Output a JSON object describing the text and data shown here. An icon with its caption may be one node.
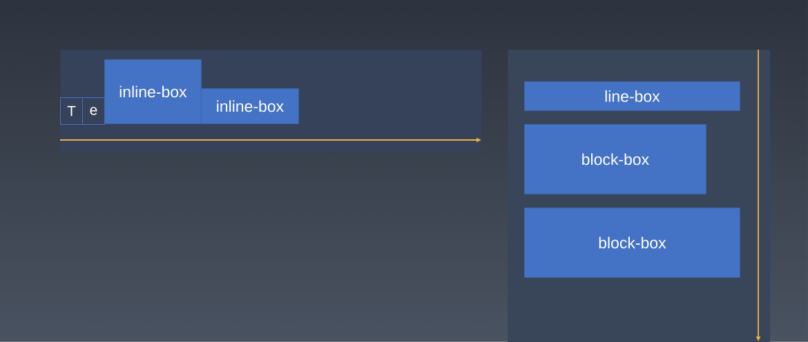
{
  "diagram": {
    "nodes": [
      {
        "text": [],
        "shape": "box"
      },
      {
        "text": [
          "T"
        ],
        "in": 0
      },
      {
        "text": [
          "e"
        ],
        "in": 0
      },
      {
        "text": [
          "inline-box"
        ],
        "in": 0
      },
      {
        "text": [
          "inline-box"
        ],
        "in": 0
      },
      {
        "text": [],
        "shape": "box"
      },
      {
        "text": [
          "line-box"
        ],
        "in": 5
      },
      {
        "text": [
          "block-box"
        ],
        "in": 5
      },
      {
        "text": [
          "block-box"
        ],
        "in": 5
      }
    ]
  }
}
